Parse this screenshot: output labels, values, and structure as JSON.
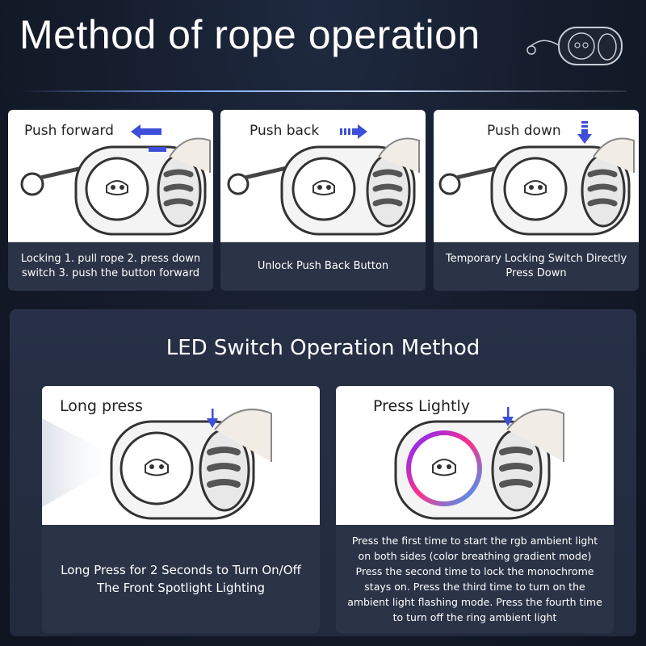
{
  "header": {
    "title": "Method of rope operation"
  },
  "steps": [
    {
      "label": "Push forward",
      "caption": "Locking 1. pull rope 2. press down switch 3. push the button forward",
      "icon": "arrow-left-icon"
    },
    {
      "label": "Push back",
      "caption": "Unlock Push Back Button",
      "icon": "arrow-right-icon"
    },
    {
      "label": "Push down",
      "caption": "Temporary Locking Switch Directly Press Down",
      "icon": "arrow-down-icon"
    }
  ],
  "led": {
    "title": "LED Switch Operation Method",
    "cards": [
      {
        "label": "Long press",
        "caption": "Long Press for 2 Seconds to Turn On/Off The Front Spotlight Lighting",
        "icon": "arrow-down-icon"
      },
      {
        "label": "Press Lightly",
        "caption": "Press the first time to start the rgb ambient light on both sides (color breathing gradient mode) Press the second time to lock the monochrome stays on. Press the third time to turn on the ambient light flashing mode. Press the fourth time to turn off the ring ambient light",
        "icon": "arrow-down-icon"
      }
    ]
  },
  "colors": {
    "accent_blue": "#3d4fd8",
    "panel": "#2b3347",
    "background": "#141b2a"
  }
}
